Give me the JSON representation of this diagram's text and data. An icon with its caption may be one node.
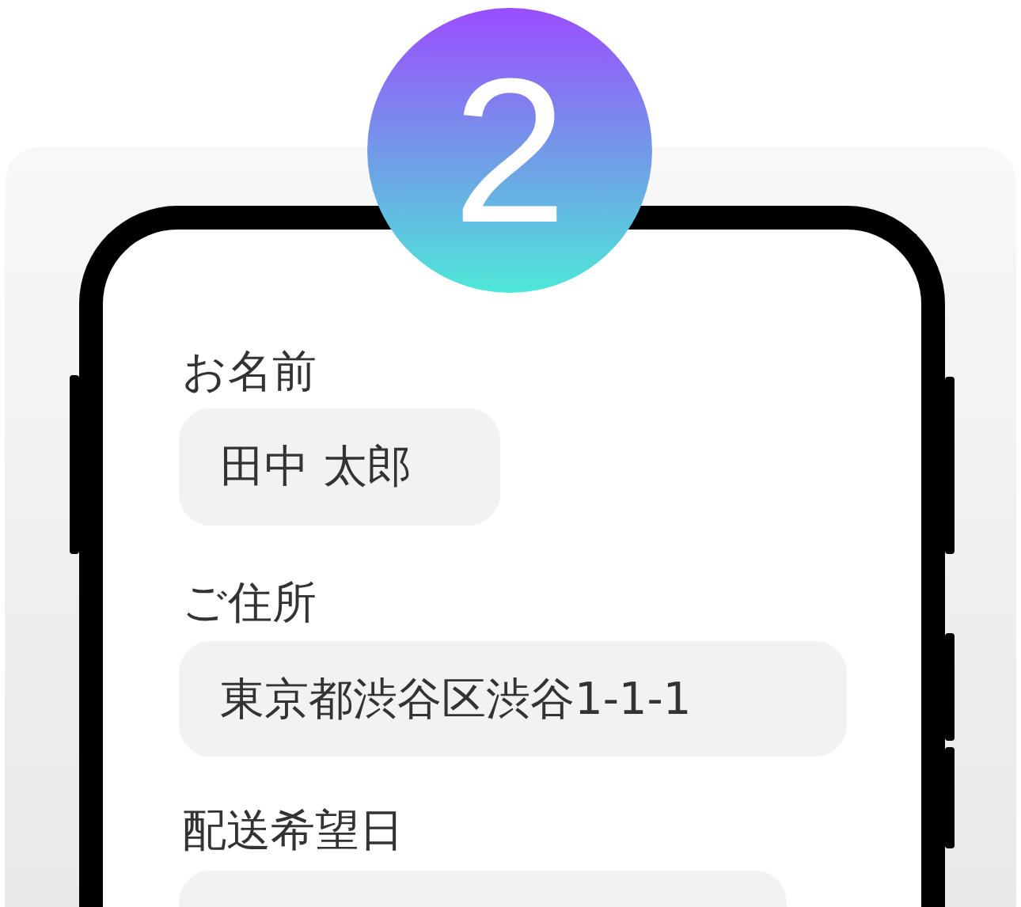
{
  "diagram": {
    "nodes": [
      {
        "text": [
          "2"
        ]
      },
      {
        "text": [
          "田中 太郎"
        ]
      },
      {
        "text": [
          "東京都渋谷区渋谷1-1-1"
        ]
      },
      {
        "text": [],
        "shape": "box"
      }
    ],
    "labels": [
      "お名前",
      "ご住所",
      "配送希望日"
    ]
  }
}
